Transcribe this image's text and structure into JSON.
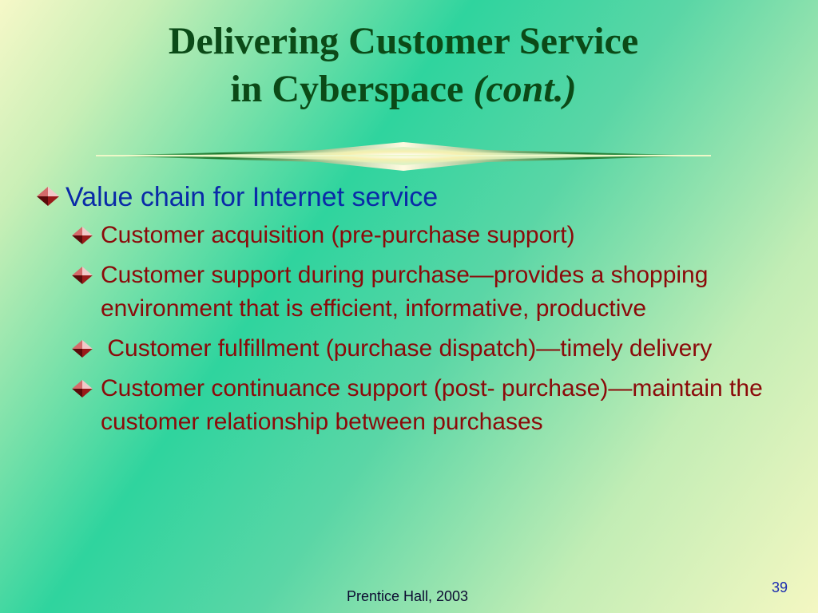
{
  "slide": {
    "title_line1": "Delivering Customer Service",
    "title_line2": "in Cyberspace",
    "title_suffix": "(cont.)",
    "main_bullet": "Value chain for Internet service",
    "sub_bullets": [
      "Customer acquisition (pre-purchase support)",
      "Customer support during purchase—provides a shopping environment that is efficient, informative, productive",
      " Customer fulfillment (purchase dispatch)—timely delivery",
      "Customer continuance support (post- purchase)—maintain the customer relationship between purchases"
    ],
    "footer": "Prentice Hall, 2003",
    "page_number": "39"
  },
  "colors": {
    "title": "#0b4a17",
    "main_bullet_text": "#0a2aa8",
    "sub_bullet_text": "#8b0a0a",
    "page_number": "#1a2bb0"
  },
  "icons": {
    "bullet": "diamond-bullet-icon",
    "divider": "sparkle-divider"
  }
}
